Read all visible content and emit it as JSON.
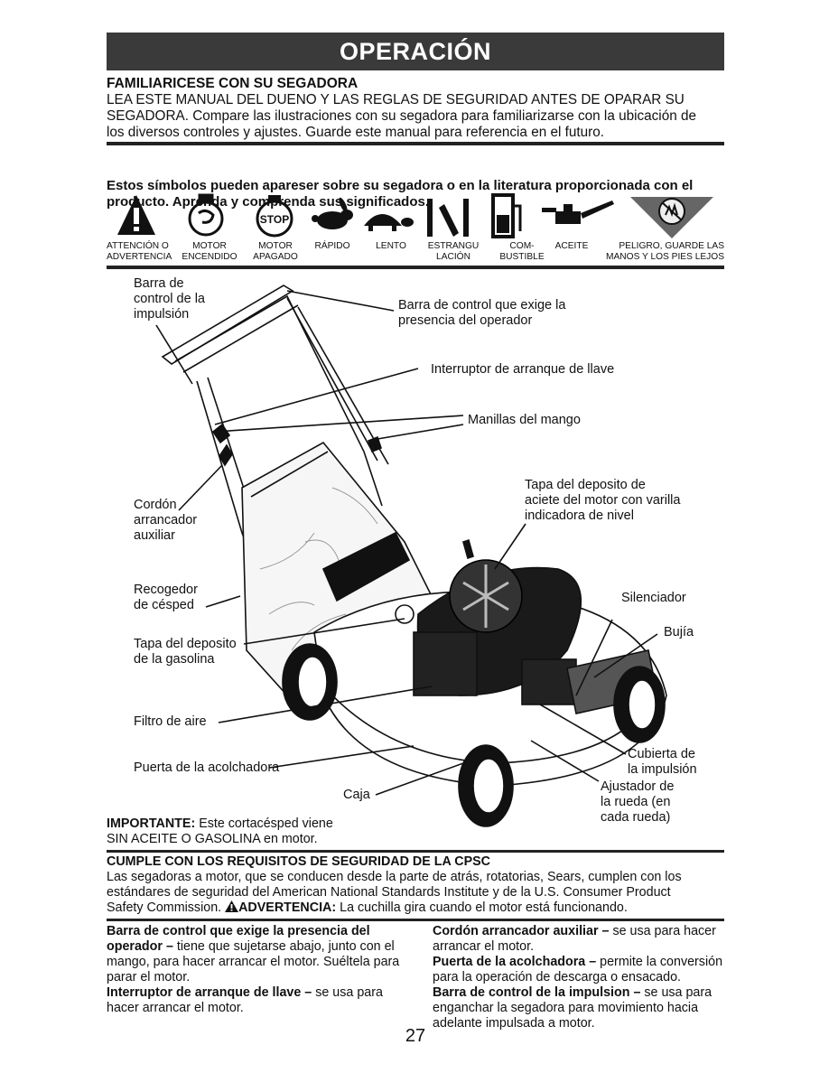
{
  "banner": {
    "title": "OPERACIÓN"
  },
  "intro": {
    "heading": "FAMILIARICESE CON SU SEGADORA",
    "lines": [
      "LEA ESTE MANUAL DEL DUENO Y LAS REGLAS DE SEGURIDAD ANTES DE OPARAR SU",
      "SEGADORA.  Compare las ilustraciones con su segadora para familiarizarse con la ubicación de",
      "los diversos controles y ajustes.  Guarde este manual para referencia en el futuro."
    ]
  },
  "symbols": {
    "heading_lines": [
      "Estos símbolos pueden apareser sobre su segadora o en la literatura proporcionada con el",
      "producto.  Aprenda y comprenda sus significados."
    ],
    "stop_text": "STOP",
    "labels": [
      {
        "line1": "ATTENCIÓN O",
        "line2": "ADVERTENCIA"
      },
      {
        "line1": "MOTOR",
        "line2": "ENCENDIDO"
      },
      {
        "line1": "MOTOR",
        "line2": "APAGADO"
      },
      {
        "line1": "RÁPIDO",
        "line2": ""
      },
      {
        "line1": "LENTO",
        "line2": ""
      },
      {
        "line1": "ESTRANGU",
        "line2": "LACIÓN"
      },
      {
        "line1": "COM-",
        "line2": "BUSTIBLE"
      },
      {
        "line1": "ACEITE",
        "line2": ""
      },
      {
        "line1": "PELIGRO, GUARDE LAS",
        "line2": "MANOS Y LOS PIES LEJOS"
      }
    ]
  },
  "callouts": {
    "barra_impulsion": [
      "Barra de",
      "control de la",
      "impulsión"
    ],
    "barra_presencia": [
      "Barra de control que exige la",
      "presencia del operador"
    ],
    "interruptor": "Interruptor de arranque de llave",
    "manillas": "Manillas del mango",
    "tapa_aceite": [
      "Tapa del deposito de",
      "aciete del motor con varilla",
      "indicadora de nivel"
    ],
    "cordon": [
      "Cordón",
      "arrancador",
      "auxiliar"
    ],
    "recogedor": [
      "Recogedor",
      "de césped"
    ],
    "silenciador": "Silenciador",
    "bujia": "Bujía",
    "tapa_gasolina": [
      "Tapa del deposito",
      "de la gasolina"
    ],
    "filtro": "Filtro de aire",
    "cubierta": [
      "Cubierta de",
      "la impulsión"
    ],
    "puerta": "Puerta de la acolchadora",
    "ajustador": [
      "Ajustador de",
      "la rueda (en",
      "cada rueda)"
    ],
    "caja": "Caja"
  },
  "importante": {
    "label": "IMPORTANTE:",
    "text1": " Este cortacésped viene",
    "line2": "SIN ACEITE O GASOLINA en motor."
  },
  "cpsc": {
    "heading": "CUMPLE CON LOS REQUISITOS DE SEGURIDAD DE LA CPSC",
    "line1": "Las segadoras a motor, que se conducen desde la parte de atrás, rotatorias, Sears, cumplen con los",
    "line2": "estándares de seguridad del American National Standards Institute y de la U.S. Consumer Product",
    "line3a": "Safety Commission. ",
    "warning_label": "ADVERTENCIA:",
    "line3b": " La cuchilla gira cuando el motor está funcionando."
  },
  "definitions": {
    "left": [
      {
        "term": "Barra de control que exige la presencia del operador",
        "dash": " – ",
        "desc": "tiene que sujetarse abajo, junto con el mango, para hacer arrancar el motor. Suéltela para parar el motor."
      },
      {
        "term": "Interruptor de arranque de llave",
        "dash": " – ",
        "desc": "se usa para hacer arrancar el motor."
      }
    ],
    "right": [
      {
        "term": "Cordón arrancador auxiliar",
        "dash": " – ",
        "desc": "se usa para hacer arrancar el motor."
      },
      {
        "term": "Puerta de la acolchadora",
        "dash": " – ",
        "desc": "permite la conversión para la operación de descarga o ensacado."
      },
      {
        "term": "Barra de control de la impulsion",
        "dash": " – ",
        "desc": "se usa para enganchar la segadora para movimiento hacia adelante impulsada a motor."
      }
    ]
  },
  "page_number": "27"
}
